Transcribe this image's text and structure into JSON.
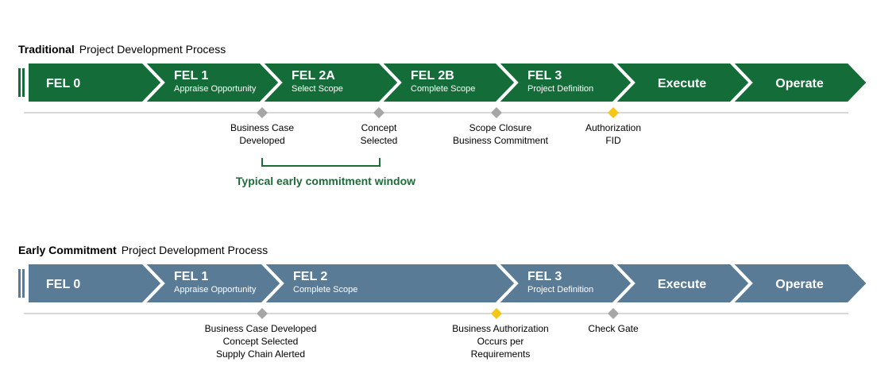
{
  "colors": {
    "traditional": "#146c38",
    "early": "#5a7b96",
    "gate_grey": "#a6a6a6",
    "gate_gold": "#f5c518",
    "timeline": "#b0b0b0",
    "window": "#1e6b3a"
  },
  "traditional": {
    "title_bold": "Traditional",
    "title_rest": "Project Development Process",
    "stages": [
      {
        "name": "FEL 0",
        "sub": ""
      },
      {
        "name": "FEL 1",
        "sub": "Appraise Opportunity"
      },
      {
        "name": "FEL 2A",
        "sub": "Select Scope"
      },
      {
        "name": "FEL 2B",
        "sub": "Complete Scope"
      },
      {
        "name": "FEL 3",
        "sub": "Project Definition"
      },
      {
        "name": "Execute",
        "sub": ""
      },
      {
        "name": "Operate",
        "sub": ""
      }
    ],
    "milestones": [
      {
        "lines": [
          "Business Case",
          "Developed"
        ],
        "color": "grey"
      },
      {
        "lines": [
          "Concept",
          "Selected"
        ],
        "color": "grey"
      },
      {
        "lines": [
          "Scope Closure",
          "Business Commitment"
        ],
        "color": "grey"
      },
      {
        "lines": [
          "Authorization",
          "FID"
        ],
        "color": "gold"
      }
    ],
    "window_label": "Typical early commitment window"
  },
  "early": {
    "title_bold": "Early Commitment",
    "title_rest": "Project Development Process",
    "stages": [
      {
        "name": "FEL 0",
        "sub": ""
      },
      {
        "name": "FEL 1",
        "sub": "Appraise Opportunity"
      },
      {
        "name": "FEL 2",
        "sub": "Complete Scope"
      },
      {
        "name": "FEL 3",
        "sub": "Project Definition"
      },
      {
        "name": "Execute",
        "sub": ""
      },
      {
        "name": "Operate",
        "sub": ""
      }
    ],
    "milestones": [
      {
        "lines": [
          "Business Case Developed",
          "Concept Selected",
          "Supply Chain Alerted"
        ],
        "color": "grey"
      },
      {
        "lines": [
          "Business Authorization",
          "Occurs per",
          "Requirements"
        ],
        "color": "gold"
      },
      {
        "lines": [
          "Check Gate"
        ],
        "color": "grey"
      }
    ]
  }
}
